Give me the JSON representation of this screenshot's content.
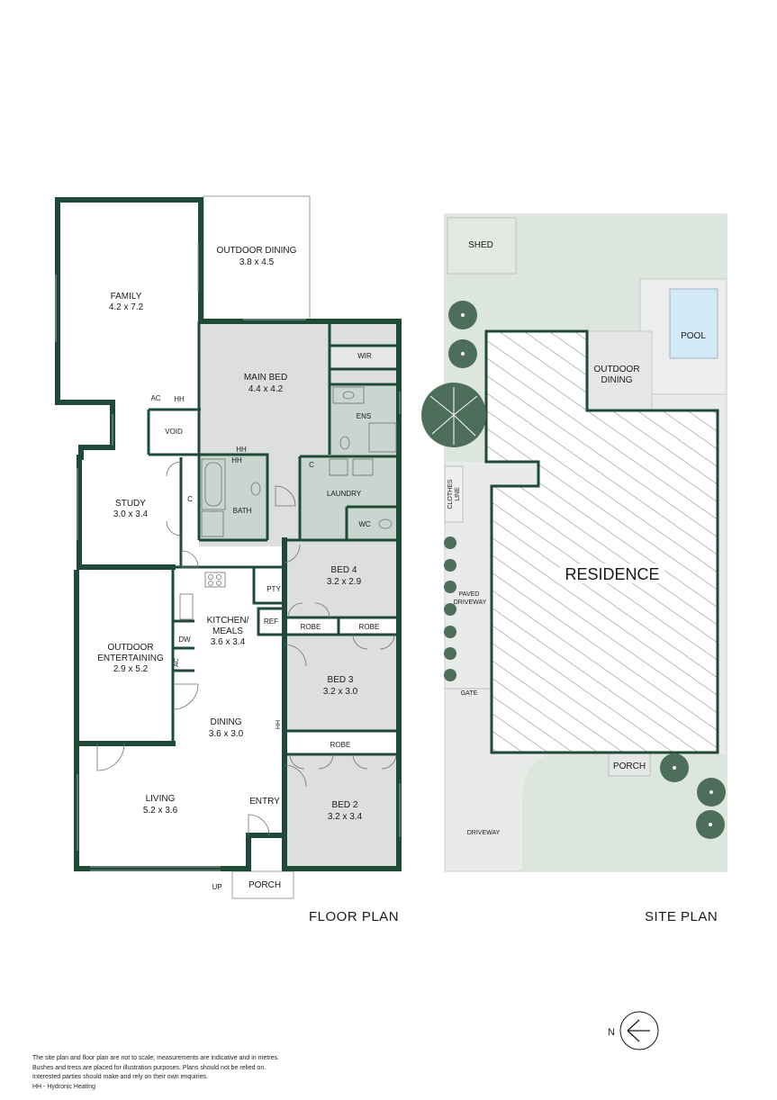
{
  "colors": {
    "wall": "#1f4a37",
    "room_fill": "#dcdfdd",
    "wet_fill": "#c9d6cf",
    "lawn": "#dde6dc",
    "paving": "#e9ebea",
    "pool": "#d4e9f6",
    "tree": "#4c6e5a"
  },
  "icons": {
    "north": "north-arrow-icon",
    "tree": "tree-icon"
  },
  "floor_plan": {
    "heading": "FLOOR PLAN",
    "rooms": {
      "family": {
        "name": "FAMILY",
        "dim": "4.2 x 7.2"
      },
      "outdoor_dining": {
        "name": "OUTDOOR DINING",
        "dim": "3.8 x 4.5"
      },
      "main_bed": {
        "name": "MAIN BED",
        "dim": "4.4 x 4.2"
      },
      "study": {
        "name": "STUDY",
        "dim": "3.0 x 3.4"
      },
      "kitchen": {
        "name": "KITCHEN/",
        "name2": "MEALS",
        "dim": "3.6 x 3.4"
      },
      "outdoor_ent": {
        "name": "OUTDOOR",
        "name2": "ENTERTAINING",
        "dim": "2.9 x 5.2"
      },
      "dining": {
        "name": "DINING",
        "dim": "3.6 x 3.0"
      },
      "living": {
        "name": "LIVING",
        "dim": "5.2 x 3.6"
      },
      "bed4": {
        "name": "BED 4",
        "dim": "3.2 x 2.9"
      },
      "bed3": {
        "name": "BED 3",
        "dim": "3.2 x 3.0"
      },
      "bed2": {
        "name": "BED 2",
        "dim": "3.2 x 3.4"
      }
    },
    "small": {
      "wir": "WIR",
      "ens": "ENS",
      "laundry": "LAUNDRY",
      "wc": "WC",
      "bath": "BATH",
      "void": "VOID",
      "c1": "C",
      "c2": "C",
      "pty": "PTY",
      "ref": "REF",
      "dw": "DW",
      "ac1": "AC",
      "ac2": "AC",
      "hh1": "HH",
      "hh2": "HH",
      "hh3": "HH",
      "hh4": "HH",
      "robe1": "ROBE",
      "robe2": "ROBE",
      "robe3": "ROBE",
      "entry": "ENTRY",
      "porch": "PORCH",
      "up": "UP"
    }
  },
  "site_plan": {
    "heading": "SITE PLAN",
    "labels": {
      "shed": "SHED",
      "pool": "POOL",
      "outdoor_dining_1": "OUTDOOR",
      "outdoor_dining_2": "DINING",
      "residence": "RESIDENCE",
      "clothes_line_1": "CLOTHES",
      "clothes_line_2": "LINE",
      "paved_1": "PAVED",
      "paved_2": "DRIVEWAY",
      "gate": "GATE",
      "porch": "PORCH",
      "driveway": "DRIVEWAY"
    }
  },
  "compass": {
    "label": "N"
  },
  "notes": [
    "The site plan and floor plan are not to scale; measurements are indicative and in metres.",
    "Bushes and tress are placed for illustration purposes. Plans should not be relied on.",
    "Interested parties should make and rely on their own enquiries.",
    "HH - Hydronic Heating"
  ]
}
